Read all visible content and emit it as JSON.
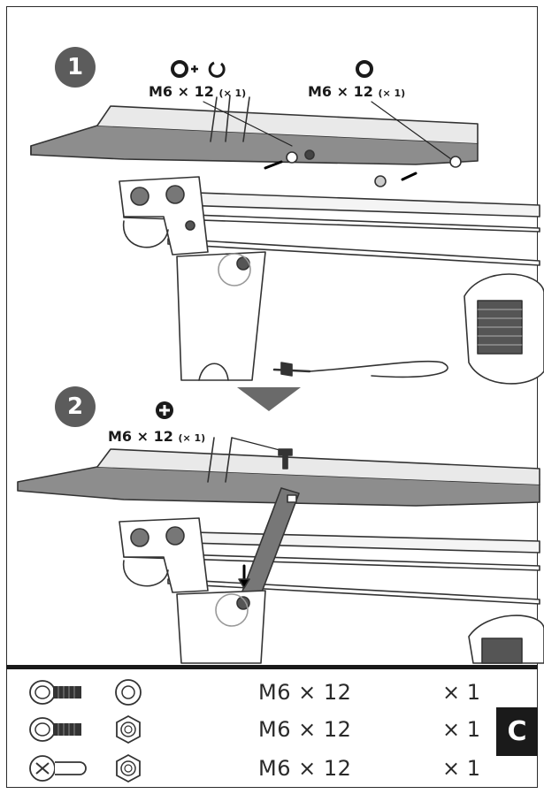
{
  "steps": [
    {
      "number": "1",
      "callouts": [
        {
          "symbol": "bolt-plus-spring-washer",
          "size": "M6 × 12",
          "qty": "(× 1)"
        },
        {
          "symbol": "washer",
          "size": "M6 × 12",
          "qty": "(× 1)"
        }
      ]
    },
    {
      "number": "2",
      "callouts": [
        {
          "symbol": "cross-head-screw",
          "size": "M6 × 12",
          "qty": "(× 1)"
        }
      ]
    }
  ],
  "parts": [
    {
      "bolt_icon": "hex-bolt-icon",
      "washer_icon": "flat-washer-icon",
      "size": "M6 × 12",
      "count": "× 1"
    },
    {
      "bolt_icon": "hex-bolt-icon",
      "washer_icon": "hex-nut-icon",
      "size": "M6 × 12",
      "count": "× 1"
    },
    {
      "bolt_icon": "phillips-screw-icon",
      "washer_icon": "hex-nut-icon",
      "size": "M6 × 12",
      "count": "× 1"
    }
  ],
  "section_label": "C"
}
